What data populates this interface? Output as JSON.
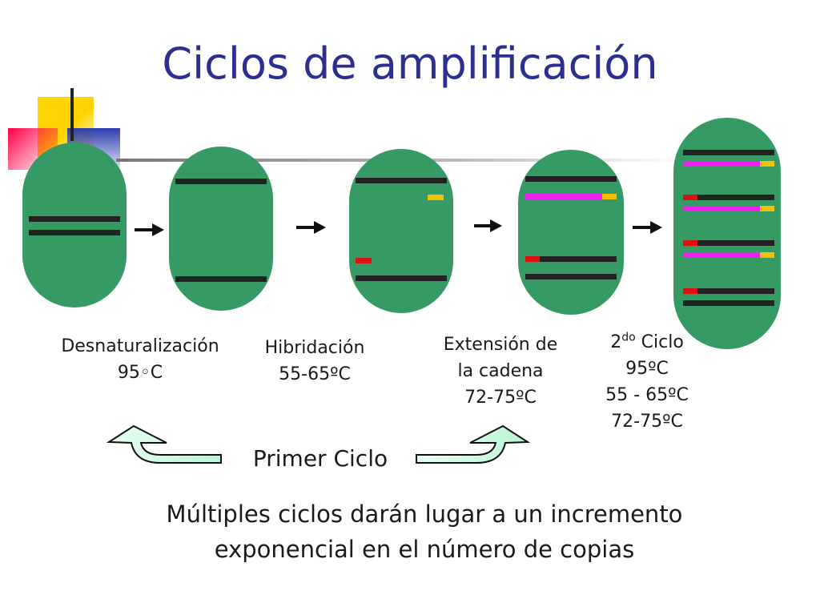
{
  "title": "Ciclos de amplificación",
  "steps": [
    {
      "label_lines": [
        "Desnaturalización",
        "95◦C"
      ]
    },
    {
      "label_lines": [
        "Hibridación",
        "55-65ºC"
      ]
    },
    {
      "label_lines": [
        "Extensión de",
        "la cadena",
        "72-75ºC"
      ]
    },
    {
      "label_sup_prefix": "2",
      "label_sup": "do",
      "label_sup_suffix": " Ciclo",
      "label_lines": [
        "95ºC",
        "55 - 65ºC",
        "72-75ºC"
      ]
    }
  ],
  "primer_ciclo": "Primer Ciclo",
  "note_lines": [
    "Múltiples ciclos darán lugar a un incremento",
    "exponencial en el número de copias"
  ],
  "colors": {
    "cell": "#369a65",
    "strand": "#222222",
    "new_strand": "#ee22ee",
    "primer_yellow": "#f2c200",
    "primer_red": "#dd1111",
    "title": "#2b2f8f",
    "cycle_arrow": "#b9f5d3"
  }
}
